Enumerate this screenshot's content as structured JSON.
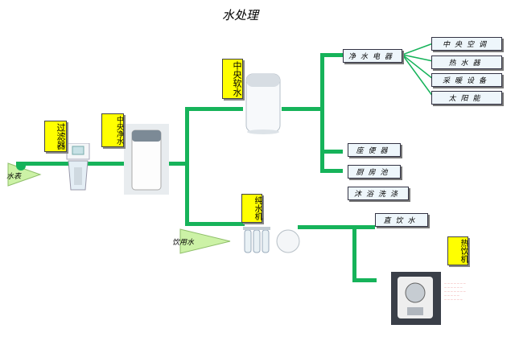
{
  "title": "水处理",
  "labels": {
    "filter": "过滤器",
    "central_purifier": "中央净水",
    "central_softener": "中央软水",
    "pure_water_machine": "纯水机",
    "hot_drinking_machine": "热饮机"
  },
  "inputs": {
    "meter": "水表",
    "drinking_water": "饮用水"
  },
  "softened_outputs": [
    "净水电器",
    "座便器",
    "厨房池",
    "沐浴洗涤"
  ],
  "appliances": [
    "中央空调",
    "热水器",
    "采暖设备",
    "太阳能"
  ],
  "drinking_output": "直饮水",
  "colors": {
    "pipe": "#16b35a",
    "label_bg": "#ffff00",
    "input_triangle": "#ccf2a6"
  },
  "icons": [
    "water-filter-icon",
    "purifier-tank-icon",
    "softener-tank-icon",
    "ro-filter-icon",
    "hot-drink-dispenser-icon"
  ]
}
